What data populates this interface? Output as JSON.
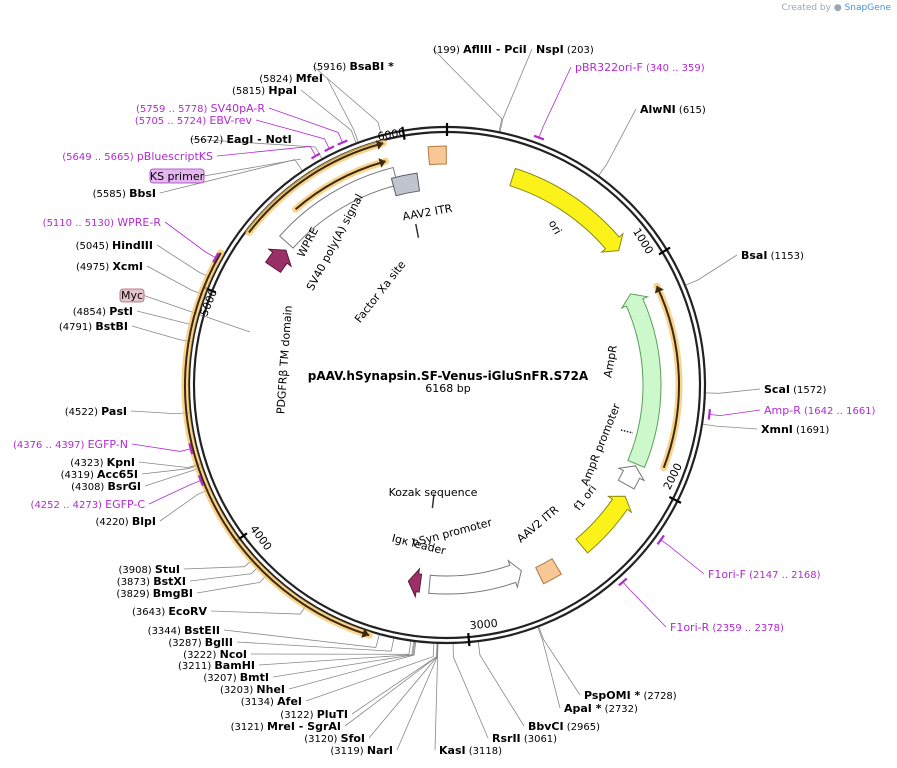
{
  "credit": {
    "prefix": "Created by",
    "brand": "SnapGene"
  },
  "plasmid": {
    "name": "pAAV.hSynapsin.SF-Venus-iGluSnFR.S72A",
    "size": "6168 bp",
    "length": 6168
  },
  "ticks": [
    {
      "pos": 1000,
      "label": "1000"
    },
    {
      "pos": 2000,
      "label": "2000"
    },
    {
      "pos": 3000,
      "label": "3000"
    },
    {
      "pos": 4000,
      "label": "4000"
    },
    {
      "pos": 5000,
      "label": "5000"
    },
    {
      "pos": 6000,
      "label": "6000"
    }
  ],
  "sites": [
    {
      "id": "aflIII",
      "pos": 199,
      "name": "AflIII",
      "name2": "PciI",
      "label_pos": "(199)"
    },
    {
      "id": "nspI",
      "pos": 203,
      "name": "NspI",
      "label_pos": "(203)"
    },
    {
      "id": "alwNI",
      "pos": 615,
      "name": "AlwNI",
      "label_pos": "(615)"
    },
    {
      "id": "bsaI",
      "pos": 1153,
      "name": "BsaI",
      "label_pos": "(1153)"
    },
    {
      "id": "scaI",
      "pos": 1572,
      "name": "ScaI",
      "label_pos": "(1572)"
    },
    {
      "id": "xmnI",
      "pos": 1691,
      "name": "XmnI",
      "label_pos": "(1691)"
    },
    {
      "id": "pspOMI",
      "pos": 2728,
      "name": "PspOMI *",
      "label_pos": "(2728)"
    },
    {
      "id": "apaI",
      "pos": 2732,
      "name": "ApaI *",
      "label_pos": "(2732)"
    },
    {
      "id": "bbvCI",
      "pos": 2965,
      "name": "BbvCI",
      "label_pos": "(2965)"
    },
    {
      "id": "rsrII",
      "pos": 3061,
      "name": "RsrII",
      "label_pos": "(3061)"
    },
    {
      "id": "kasI",
      "pos": 3118,
      "name": "KasI",
      "label_pos": "(3118)"
    },
    {
      "id": "narI",
      "pos": 3119,
      "name": "NarI",
      "label_pos": "(3119)"
    },
    {
      "id": "sfoI",
      "pos": 3120,
      "name": "SfoI",
      "label_pos": "(3120)"
    },
    {
      "id": "mreI",
      "pos": 3121,
      "name": "MreI",
      "name2": "SgrAI",
      "label_pos": "(3121)"
    },
    {
      "id": "pluTI",
      "pos": 3122,
      "name": "PluTI",
      "label_pos": "(3122)"
    },
    {
      "id": "afeI",
      "pos": 3134,
      "name": "AfeI",
      "label_pos": "(3134)"
    },
    {
      "id": "nheI",
      "pos": 3203,
      "name": "NheI",
      "label_pos": "(3203)"
    },
    {
      "id": "bmtI",
      "pos": 3207,
      "name": "BmtI",
      "label_pos": "(3207)"
    },
    {
      "id": "bamHI",
      "pos": 3211,
      "name": "BamHI",
      "label_pos": "(3211)"
    },
    {
      "id": "ncoI",
      "pos": 3222,
      "name": "NcoI",
      "label_pos": "(3222)"
    },
    {
      "id": "bglII",
      "pos": 3287,
      "name": "BglII",
      "label_pos": "(3287)"
    },
    {
      "id": "bstEII",
      "pos": 3344,
      "name": "BstEII",
      "label_pos": "(3344)"
    },
    {
      "id": "ecoRV",
      "pos": 3643,
      "name": "EcoRV",
      "label_pos": "(3643)"
    },
    {
      "id": "bmgBI",
      "pos": 3829,
      "name": "BmgBI",
      "label_pos": "(3829)"
    },
    {
      "id": "bstXI",
      "pos": 3873,
      "name": "BstXI",
      "label_pos": "(3873)"
    },
    {
      "id": "stuI",
      "pos": 3908,
      "name": "StuI",
      "label_pos": "(3908)"
    },
    {
      "id": "blpI",
      "pos": 4220,
      "name": "BlpI",
      "label_pos": "(4220)"
    },
    {
      "id": "bsrGI",
      "pos": 4308,
      "name": "BsrGI",
      "label_pos": "(4308)"
    },
    {
      "id": "acc65I",
      "pos": 4319,
      "name": "Acc65I",
      "label_pos": "(4319)"
    },
    {
      "id": "kpnI",
      "pos": 4323,
      "name": "KpnI",
      "label_pos": "(4323)"
    },
    {
      "id": "pasI",
      "pos": 4522,
      "name": "PasI",
      "label_pos": "(4522)"
    },
    {
      "id": "bstBI",
      "pos": 4791,
      "name": "BstBI",
      "label_pos": "(4791)"
    },
    {
      "id": "pstI",
      "pos": 4854,
      "name": "PstI",
      "label_pos": "(4854)"
    },
    {
      "id": "xcmI",
      "pos": 4975,
      "name": "XcmI",
      "label_pos": "(4975)"
    },
    {
      "id": "hindIII",
      "pos": 5045,
      "name": "HindIII",
      "label_pos": "(5045)"
    },
    {
      "id": "bbsI",
      "pos": 5585,
      "name": "BbsI",
      "label_pos": "(5585)"
    },
    {
      "id": "eagI",
      "pos": 5672,
      "name": "EagI",
      "name2": "NotI",
      "label_pos": "(5672)"
    },
    {
      "id": "hpaI",
      "pos": 5815,
      "name": "HpaI",
      "label_pos": "(5815)"
    },
    {
      "id": "mfeI",
      "pos": 5824,
      "name": "MfeI",
      "label_pos": "(5824)"
    },
    {
      "id": "bsaBI",
      "pos": 5916,
      "name": "BsaBI *",
      "label_pos": "(5916)"
    }
  ],
  "primers": [
    {
      "id": "pbr322ori-f",
      "start": 340,
      "end": 359,
      "name": "pBR322ori-F",
      "range": "(340 .. 359)"
    },
    {
      "id": "amp-r",
      "start": 1642,
      "end": 1661,
      "name": "Amp-R",
      "range": "(1642 .. 1661)"
    },
    {
      "id": "f1ori-f",
      "start": 2147,
      "end": 2168,
      "name": "F1ori-F",
      "range": "(2147 .. 2168)"
    },
    {
      "id": "f1ori-r",
      "start": 2359,
      "end": 2378,
      "name": "F1ori-R",
      "range": "(2359 .. 2378)"
    },
    {
      "id": "egfp-c",
      "start": 4252,
      "end": 4273,
      "name": "EGFP-C",
      "range": "(4252 .. 4273)"
    },
    {
      "id": "egfp-n",
      "start": 4376,
      "end": 4397,
      "name": "EGFP-N",
      "range": "(4376 .. 4397)"
    },
    {
      "id": "wpre-r",
      "start": 5110,
      "end": 5130,
      "name": "WPRE-R",
      "range": "(5110 .. 5130)"
    },
    {
      "id": "pbluescriptks",
      "start": 5649,
      "end": 5665,
      "name": "pBluescriptKS",
      "range": "(5649 .. 5665)"
    },
    {
      "id": "ebv-rev",
      "start": 5705,
      "end": 5724,
      "name": "EBV-rev",
      "range": "(5705 .. 5724)"
    },
    {
      "id": "sv40pa-r",
      "start": 5759,
      "end": 5778,
      "name": "SV40pA-R",
      "range": "(5759 .. 5778)"
    }
  ],
  "boxed_labels": [
    {
      "id": "ks-primer",
      "text": "KS primer",
      "fill": "#e7b6f2",
      "stroke": "#9a3bb0"
    },
    {
      "id": "myc",
      "text": "Myc",
      "fill": "#e8c4cc",
      "stroke": "#a06070"
    }
  ],
  "features": [
    {
      "id": "ori",
      "name": "ori",
      "start": 300,
      "end": 890,
      "dir": "cw",
      "radius": 218,
      "fill": "#fbf21a",
      "stroke": "#8c8a10"
    },
    {
      "id": "ampr",
      "name": "AmpR",
      "start": 1090,
      "end": 1930,
      "dir": "ccw",
      "radius": 205,
      "fill": "#ccf8cc",
      "stroke": "#5aa05a"
    },
    {
      "id": "ampr-promoter",
      "name": "AmpR promoter",
      "start": 1940,
      "end": 2040,
      "dir": "ccw",
      "radius": 205,
      "fill": "#ffffff",
      "stroke": "#777777"
    },
    {
      "id": "f1-ori",
      "name": "f1 ori",
      "start": 2090,
      "end": 2400,
      "dir": "ccw",
      "radius": 210,
      "fill": "#fbf21a",
      "stroke": "#8c8a10"
    },
    {
      "id": "aav2-itr-1",
      "name": "AAV2 ITR",
      "start": 2550,
      "end": 2640,
      "dir": "none",
      "radius": 212,
      "fill": "#f7c896",
      "stroke": "#b07a40"
    },
    {
      "id": "hsyn-promoter",
      "name": "hSyn promoter",
      "start": 2710,
      "end": 3170,
      "dir": "ccw",
      "radius": 200,
      "fill": "#ffffff",
      "stroke": "#777777"
    },
    {
      "id": "igk-leader",
      "name": "Igκ leader",
      "start": 3215,
      "end": 3275,
      "dir": "cw",
      "radius": 200,
      "fill": "#9b2f68",
      "stroke": "#5a1a3c"
    },
    {
      "id": "pdgfrb-tm",
      "name": "PDGFRβ TM domain",
      "start": 5210,
      "end": 5310,
      "dir": "cw",
      "radius": 210,
      "fill": "#9b2f68",
      "stroke": "#5a1a3c"
    },
    {
      "id": "wpre",
      "name": "WPRE",
      "start": 5340,
      "end": 5930,
      "dir": "none",
      "radius": 215,
      "fill": "#ffffff",
      "stroke": "#777777"
    },
    {
      "id": "sv40-polya",
      "name": "SV40 poly(A) signal",
      "start": 5910,
      "end": 6030,
      "dir": "none",
      "radius": 205,
      "fill": "#c0c4cc",
      "stroke": "#5a5e66"
    },
    {
      "id": "aav2-itr-2",
      "name": "AAV2 ITR",
      "start": 6090,
      "end": 6165,
      "dir": "none",
      "radius": 230,
      "fill": "#f7c896",
      "stroke": "#b07a40"
    }
  ],
  "point_features": [
    {
      "id": "factor-xa",
      "name": "Factor Xa site",
      "pos": 5980,
      "radius": 150
    },
    {
      "id": "kozak",
      "name": "Kozak sequence",
      "pos": 3200,
      "radius": 110
    }
  ],
  "orfs": [
    {
      "id": "orf-venus",
      "start": 3380,
      "end": 5145,
      "dir": "ccw",
      "radius": 262
    },
    {
      "id": "orf-wpre1",
      "start": 5270,
      "end": 5915,
      "dir": "cw",
      "radius": 250
    },
    {
      "id": "orf-wpre2",
      "start": 5470,
      "end": 5905,
      "dir": "cw",
      "radius": 232
    },
    {
      "id": "orf-ampr",
      "start": 1110,
      "end": 1900,
      "dir": "ccw",
      "radius": 232
    }
  ]
}
